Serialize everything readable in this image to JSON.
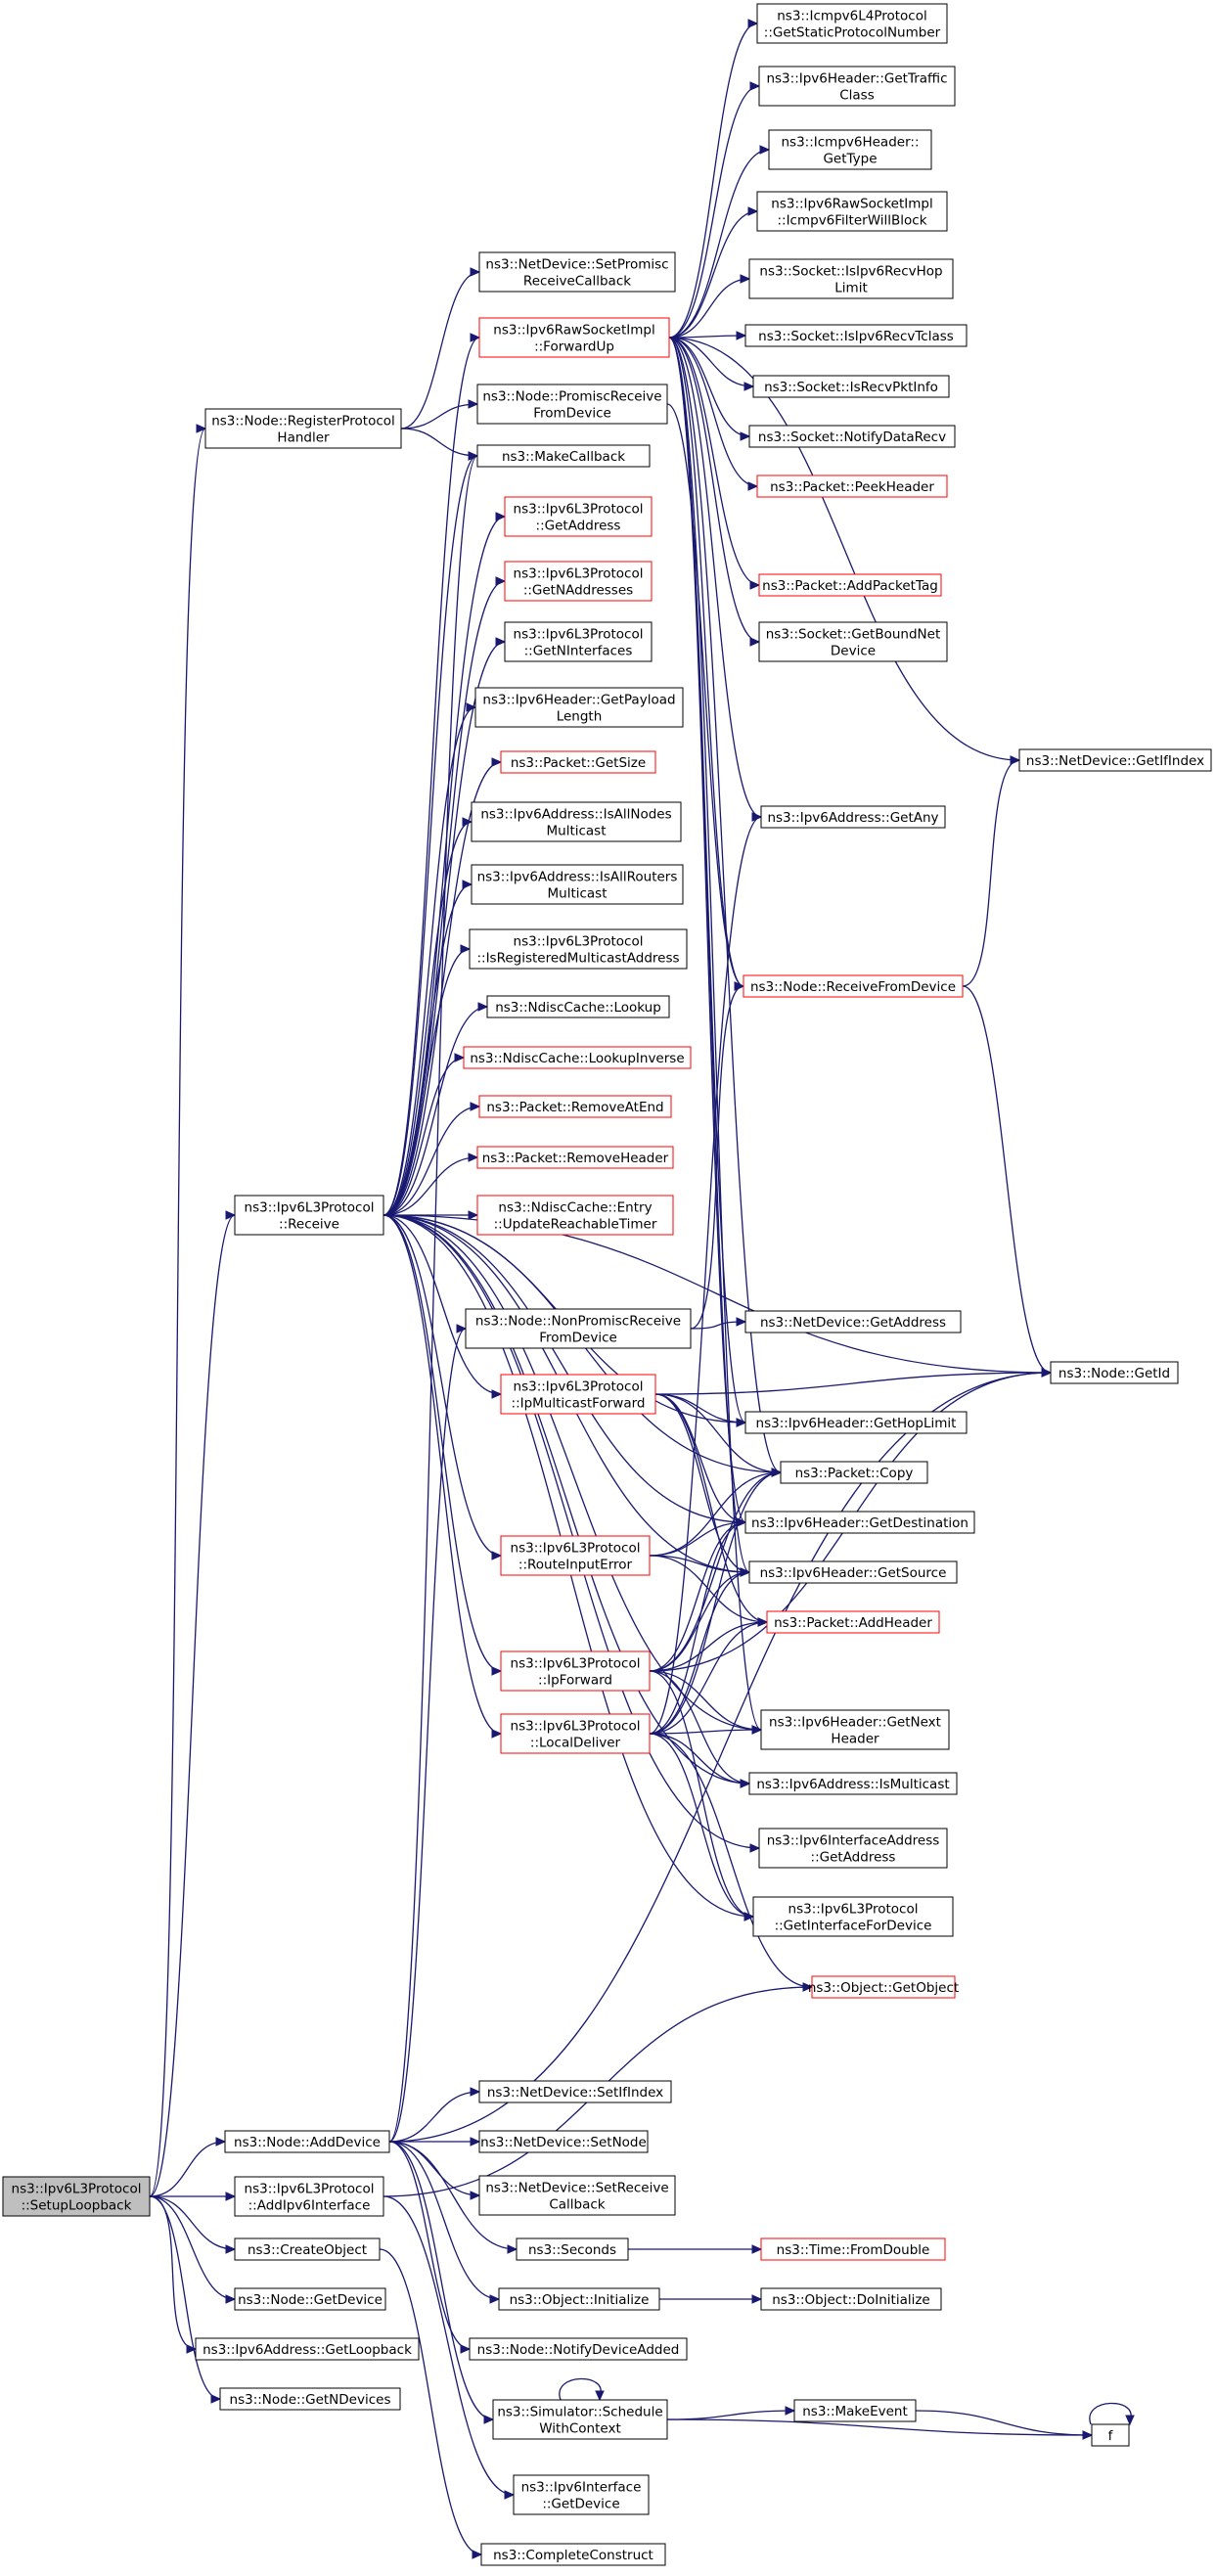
{
  "graph": {
    "title": "",
    "nodes": [
      {
        "id": "root",
        "lines": [
          "ns3::Ipv6L3Protocol",
          "::SetupLoopback"
        ],
        "style": "root"
      },
      {
        "id": "registerProtocolHandler",
        "lines": [
          "ns3::Node::RegisterProtocol",
          "Handler"
        ],
        "style": "black"
      },
      {
        "id": "receive",
        "lines": [
          "ns3::Ipv6L3Protocol",
          "::Receive"
        ],
        "style": "black"
      },
      {
        "id": "nodeAddDevice",
        "lines": [
          "ns3::Node::AddDevice"
        ],
        "style": "black"
      },
      {
        "id": "addIpv6Interface",
        "lines": [
          "ns3::Ipv6L3Protocol",
          "::AddIpv6Interface"
        ],
        "style": "black"
      },
      {
        "id": "createObject",
        "lines": [
          "ns3::CreateObject"
        ],
        "style": "black"
      },
      {
        "id": "nodeGetDevice",
        "lines": [
          "ns3::Node::GetDevice"
        ],
        "style": "black"
      },
      {
        "id": "getLoopback",
        "lines": [
          "ns3::Ipv6Address::GetLoopback"
        ],
        "style": "black"
      },
      {
        "id": "getNDevices",
        "lines": [
          "ns3::Node::GetNDevices"
        ],
        "style": "black"
      },
      {
        "id": "setPromiscCb",
        "lines": [
          "ns3::NetDevice::SetPromisc",
          "ReceiveCallback"
        ],
        "style": "black"
      },
      {
        "id": "rawForwardUp",
        "lines": [
          "ns3::Ipv6RawSocketImpl",
          "::ForwardUp"
        ],
        "style": "red"
      },
      {
        "id": "promiscReceive",
        "lines": [
          "ns3::Node::PromiscReceive",
          "FromDevice"
        ],
        "style": "black"
      },
      {
        "id": "makeCallback",
        "lines": [
          "ns3::MakeCallback"
        ],
        "style": "black"
      },
      {
        "id": "getAddress",
        "lines": [
          "ns3::Ipv6L3Protocol",
          "::GetAddress"
        ],
        "style": "red"
      },
      {
        "id": "getNAddresses",
        "lines": [
          "ns3::Ipv6L3Protocol",
          "::GetNAddresses"
        ],
        "style": "red"
      },
      {
        "id": "getNInterfaces",
        "lines": [
          "ns3::Ipv6L3Protocol",
          "::GetNInterfaces"
        ],
        "style": "black"
      },
      {
        "id": "getPayloadLength",
        "lines": [
          "ns3::Ipv6Header::GetPayload",
          "Length"
        ],
        "style": "black"
      },
      {
        "id": "packetGetSize",
        "lines": [
          "ns3::Packet::GetSize"
        ],
        "style": "red"
      },
      {
        "id": "isAllNodesMulticast",
        "lines": [
          "ns3::Ipv6Address::IsAllNodes",
          "Multicast"
        ],
        "style": "black"
      },
      {
        "id": "isAllRoutersMulticast",
        "lines": [
          "ns3::Ipv6Address::IsAllRouters",
          "Multicast"
        ],
        "style": "black"
      },
      {
        "id": "isRegisteredMulticast",
        "lines": [
          "ns3::Ipv6L3Protocol",
          "::IsRegisteredMulticastAddress"
        ],
        "style": "black"
      },
      {
        "id": "ndiscLookup",
        "lines": [
          "ns3::NdiscCache::Lookup"
        ],
        "style": "black"
      },
      {
        "id": "ndiscLookupInverse",
        "lines": [
          "ns3::NdiscCache::LookupInverse"
        ],
        "style": "red"
      },
      {
        "id": "removeAtEnd",
        "lines": [
          "ns3::Packet::RemoveAtEnd"
        ],
        "style": "red"
      },
      {
        "id": "removeHeader",
        "lines": [
          "ns3::Packet::RemoveHeader"
        ],
        "style": "red"
      },
      {
        "id": "updateReachableTimer",
        "lines": [
          "ns3::NdiscCache::Entry",
          "::UpdateReachableTimer"
        ],
        "style": "red"
      },
      {
        "id": "nonPromiscReceive",
        "lines": [
          "ns3::Node::NonPromiscReceive",
          "FromDevice"
        ],
        "style": "black"
      },
      {
        "id": "ipMulticastForward",
        "lines": [
          "ns3::Ipv6L3Protocol",
          "::IpMulticastForward"
        ],
        "style": "red"
      },
      {
        "id": "routeInputError",
        "lines": [
          "ns3::Ipv6L3Protocol",
          "::RouteInputError"
        ],
        "style": "red"
      },
      {
        "id": "ipForward",
        "lines": [
          "ns3::Ipv6L3Protocol",
          "::IpForward"
        ],
        "style": "red"
      },
      {
        "id": "localDeliver",
        "lines": [
          "ns3::Ipv6L3Protocol",
          "::LocalDeliver"
        ],
        "style": "red"
      },
      {
        "id": "setIfIndex",
        "lines": [
          "ns3::NetDevice::SetIfIndex"
        ],
        "style": "black"
      },
      {
        "id": "setNode",
        "lines": [
          "ns3::NetDevice::SetNode"
        ],
        "style": "black"
      },
      {
        "id": "setReceiveCb",
        "lines": [
          "ns3::NetDevice::SetReceive",
          "Callback"
        ],
        "style": "black"
      },
      {
        "id": "seconds",
        "lines": [
          "ns3::Seconds"
        ],
        "style": "black"
      },
      {
        "id": "objectInitialize",
        "lines": [
          "ns3::Object::Initialize"
        ],
        "style": "black"
      },
      {
        "id": "notifyDeviceAdded",
        "lines": [
          "ns3::Node::NotifyDeviceAdded"
        ],
        "style": "black"
      },
      {
        "id": "scheduleWithContext",
        "lines": [
          "ns3::Simulator::Schedule",
          "WithContext"
        ],
        "style": "black"
      },
      {
        "id": "ipv6IfaceGetDevice",
        "lines": [
          "ns3::Ipv6Interface",
          "::GetDevice"
        ],
        "style": "black"
      },
      {
        "id": "completeConstruct",
        "lines": [
          "ns3::CompleteConstruct"
        ],
        "style": "black"
      },
      {
        "id": "icmpGetStaticProto",
        "lines": [
          "ns3::Icmpv6L4Protocol",
          "::GetStaticProtocolNumber"
        ],
        "style": "black"
      },
      {
        "id": "getTrafficClass",
        "lines": [
          "ns3::Ipv6Header::GetTraffic",
          "Class"
        ],
        "style": "black"
      },
      {
        "id": "icmpGetType",
        "lines": [
          "ns3::Icmpv6Header::",
          "GetType"
        ],
        "style": "black"
      },
      {
        "id": "icmpFilterWillBlock",
        "lines": [
          "ns3::Ipv6RawSocketImpl",
          "::Icmpv6FilterWillBlock"
        ],
        "style": "black"
      },
      {
        "id": "isRecvHopLimit",
        "lines": [
          "ns3::Socket::IsIpv6RecvHop",
          "Limit"
        ],
        "style": "black"
      },
      {
        "id": "isRecvTclass",
        "lines": [
          "ns3::Socket::IsIpv6RecvTclass"
        ],
        "style": "black"
      },
      {
        "id": "isRecvPktInfo",
        "lines": [
          "ns3::Socket::IsRecvPktInfo"
        ],
        "style": "black"
      },
      {
        "id": "notifyDataRecv",
        "lines": [
          "ns3::Socket::NotifyDataRecv"
        ],
        "style": "black"
      },
      {
        "id": "peekHeader",
        "lines": [
          "ns3::Packet::PeekHeader"
        ],
        "style": "red"
      },
      {
        "id": "addPacketTag",
        "lines": [
          "ns3::Packet::AddPacketTag"
        ],
        "style": "red"
      },
      {
        "id": "getBoundNetDevice",
        "lines": [
          "ns3::Socket::GetBoundNet",
          "Device"
        ],
        "style": "black"
      },
      {
        "id": "netDeviceGetIfIndex",
        "lines": [
          "ns3::NetDevice::GetIfIndex"
        ],
        "style": "black"
      },
      {
        "id": "ipv6GetAny",
        "lines": [
          "ns3::Ipv6Address::GetAny"
        ],
        "style": "black"
      },
      {
        "id": "receiveFromDevice",
        "lines": [
          "ns3::Node::ReceiveFromDevice"
        ],
        "style": "red"
      },
      {
        "id": "netDeviceGetAddress",
        "lines": [
          "ns3::NetDevice::GetAddress"
        ],
        "style": "black"
      },
      {
        "id": "nodeGetId",
        "lines": [
          "ns3::Node::GetId"
        ],
        "style": "black"
      },
      {
        "id": "getHopLimit",
        "lines": [
          "ns3::Ipv6Header::GetHopLimit"
        ],
        "style": "black"
      },
      {
        "id": "packetCopy",
        "lines": [
          "ns3::Packet::Copy"
        ],
        "style": "black"
      },
      {
        "id": "getDestination",
        "lines": [
          "ns3::Ipv6Header::GetDestination"
        ],
        "style": "black"
      },
      {
        "id": "getSource",
        "lines": [
          "ns3::Ipv6Header::GetSource"
        ],
        "style": "black"
      },
      {
        "id": "addHeader",
        "lines": [
          "ns3::Packet::AddHeader"
        ],
        "style": "red"
      },
      {
        "id": "getNextHeader",
        "lines": [
          "ns3::Ipv6Header::GetNext",
          "Header"
        ],
        "style": "black"
      },
      {
        "id": "isMulticast",
        "lines": [
          "ns3::Ipv6Address::IsMulticast"
        ],
        "style": "black"
      },
      {
        "id": "ifaceAddrGetAddress",
        "lines": [
          "ns3::Ipv6InterfaceAddress",
          "::GetAddress"
        ],
        "style": "black"
      },
      {
        "id": "getInterfaceForDevice",
        "lines": [
          "ns3::Ipv6L3Protocol",
          "::GetInterfaceForDevice"
        ],
        "style": "black"
      },
      {
        "id": "objectGetObject",
        "lines": [
          "ns3::Object::GetObject"
        ],
        "style": "red"
      },
      {
        "id": "timeFromDouble",
        "lines": [
          "ns3::Time::FromDouble"
        ],
        "style": "red"
      },
      {
        "id": "doInitialize",
        "lines": [
          "ns3::Object::DoInitialize"
        ],
        "style": "black"
      },
      {
        "id": "makeEvent",
        "lines": [
          "ns3::MakeEvent"
        ],
        "style": "black"
      },
      {
        "id": "f",
        "lines": [
          "f"
        ],
        "style": "black"
      }
    ],
    "edges": [
      [
        "root",
        "registerProtocolHandler"
      ],
      [
        "root",
        "receive"
      ],
      [
        "root",
        "nodeAddDevice"
      ],
      [
        "root",
        "addIpv6Interface"
      ],
      [
        "root",
        "createObject"
      ],
      [
        "root",
        "nodeGetDevice"
      ],
      [
        "root",
        "getLoopback"
      ],
      [
        "root",
        "getNDevices"
      ],
      [
        "registerProtocolHandler",
        "setPromiscCb"
      ],
      [
        "registerProtocolHandler",
        "promiscReceive"
      ],
      [
        "registerProtocolHandler",
        "makeCallback"
      ],
      [
        "receive",
        "rawForwardUp"
      ],
      [
        "receive",
        "makeCallback"
      ],
      [
        "receive",
        "getAddress"
      ],
      [
        "receive",
        "getNAddresses"
      ],
      [
        "receive",
        "getNInterfaces"
      ],
      [
        "receive",
        "getPayloadLength"
      ],
      [
        "receive",
        "packetGetSize"
      ],
      [
        "receive",
        "isAllNodesMulticast"
      ],
      [
        "receive",
        "isAllRoutersMulticast"
      ],
      [
        "receive",
        "isRegisteredMulticast"
      ],
      [
        "receive",
        "ndiscLookup"
      ],
      [
        "receive",
        "ndiscLookupInverse"
      ],
      [
        "receive",
        "removeAtEnd"
      ],
      [
        "receive",
        "removeHeader"
      ],
      [
        "receive",
        "updateReachableTimer"
      ],
      [
        "receive",
        "nodeGetId"
      ],
      [
        "receive",
        "ipMulticastForward"
      ],
      [
        "receive",
        "packetCopy"
      ],
      [
        "receive",
        "getDestination"
      ],
      [
        "receive",
        "routeInputError"
      ],
      [
        "receive",
        "getSource"
      ],
      [
        "receive",
        "ipForward"
      ],
      [
        "receive",
        "localDeliver"
      ],
      [
        "receive",
        "isMulticast"
      ],
      [
        "receive",
        "ifaceAddrGetAddress"
      ],
      [
        "receive",
        "getInterfaceForDevice"
      ],
      [
        "receive",
        "getHopLimit"
      ],
      [
        "receive",
        "getNextHeader"
      ],
      [
        "rawForwardUp",
        "icmpGetStaticProto"
      ],
      [
        "rawForwardUp",
        "getTrafficClass"
      ],
      [
        "rawForwardUp",
        "icmpGetType"
      ],
      [
        "rawForwardUp",
        "icmpFilterWillBlock"
      ],
      [
        "rawForwardUp",
        "isRecvHopLimit"
      ],
      [
        "rawForwardUp",
        "isRecvTclass"
      ],
      [
        "rawForwardUp",
        "isRecvPktInfo"
      ],
      [
        "rawForwardUp",
        "notifyDataRecv"
      ],
      [
        "rawForwardUp",
        "peekHeader"
      ],
      [
        "rawForwardUp",
        "addPacketTag"
      ],
      [
        "rawForwardUp",
        "getBoundNetDevice"
      ],
      [
        "rawForwardUp",
        "netDeviceGetIfIndex"
      ],
      [
        "rawForwardUp",
        "ipv6GetAny"
      ],
      [
        "rawForwardUp",
        "receiveFromDevice"
      ],
      [
        "rawForwardUp",
        "packetCopy"
      ],
      [
        "rawForwardUp",
        "getDestination"
      ],
      [
        "rawForwardUp",
        "getSource"
      ],
      [
        "rawForwardUp",
        "getHopLimit"
      ],
      [
        "rawForwardUp",
        "getNextHeader"
      ],
      [
        "promiscReceive",
        "receiveFromDevice"
      ],
      [
        "receiveFromDevice",
        "netDeviceGetIfIndex"
      ],
      [
        "receiveFromDevice",
        "nodeGetId"
      ],
      [
        "nonPromiscReceive",
        "receiveFromDevice"
      ],
      [
        "nonPromiscReceive",
        "netDeviceGetAddress"
      ],
      [
        "ipMulticastForward",
        "nodeGetId"
      ],
      [
        "ipMulticastForward",
        "getHopLimit"
      ],
      [
        "ipMulticastForward",
        "packetCopy"
      ],
      [
        "ipMulticastForward",
        "getDestination"
      ],
      [
        "ipMulticastForward",
        "getSource"
      ],
      [
        "ipMulticastForward",
        "addHeader"
      ],
      [
        "routeInputError",
        "packetCopy"
      ],
      [
        "routeInputError",
        "getDestination"
      ],
      [
        "routeInputError",
        "getSource"
      ],
      [
        "routeInputError",
        "addHeader"
      ],
      [
        "ipForward",
        "packetCopy"
      ],
      [
        "ipForward",
        "getDestination"
      ],
      [
        "ipForward",
        "getSource"
      ],
      [
        "ipForward",
        "addHeader"
      ],
      [
        "ipForward",
        "nodeGetId"
      ],
      [
        "ipForward",
        "getNextHeader"
      ],
      [
        "ipForward",
        "isMulticast"
      ],
      [
        "ipForward",
        "getInterfaceForDevice"
      ],
      [
        "localDeliver",
        "packetCopy"
      ],
      [
        "localDeliver",
        "getDestination"
      ],
      [
        "localDeliver",
        "getSource"
      ],
      [
        "localDeliver",
        "addHeader"
      ],
      [
        "localDeliver",
        "getNextHeader"
      ],
      [
        "localDeliver",
        "isMulticast"
      ],
      [
        "localDeliver",
        "ipv6GetAny"
      ],
      [
        "localDeliver",
        "objectGetObject"
      ],
      [
        "localDeliver",
        "getInterfaceForDevice"
      ],
      [
        "nodeAddDevice",
        "nonPromiscReceive"
      ],
      [
        "nodeAddDevice",
        "nodeGetId"
      ],
      [
        "nodeAddDevice",
        "setIfIndex"
      ],
      [
        "nodeAddDevice",
        "setNode"
      ],
      [
        "nodeAddDevice",
        "setReceiveCb"
      ],
      [
        "nodeAddDevice",
        "seconds"
      ],
      [
        "nodeAddDevice",
        "objectInitialize"
      ],
      [
        "nodeAddDevice",
        "notifyDeviceAdded"
      ],
      [
        "nodeAddDevice",
        "scheduleWithContext"
      ],
      [
        "nodeAddDevice",
        "makeCallback"
      ],
      [
        "addIpv6Interface",
        "ipv6IfaceGetDevice"
      ],
      [
        "addIpv6Interface",
        "objectGetObject"
      ],
      [
        "createObject",
        "completeConstruct"
      ],
      [
        "seconds",
        "timeFromDouble"
      ],
      [
        "objectInitialize",
        "doInitialize"
      ],
      [
        "scheduleWithContext",
        "scheduleWithContext"
      ],
      [
        "scheduleWithContext",
        "makeEvent"
      ],
      [
        "scheduleWithContext",
        "f"
      ],
      [
        "makeEvent",
        "f"
      ],
      [
        "f",
        "f"
      ]
    ]
  }
}
